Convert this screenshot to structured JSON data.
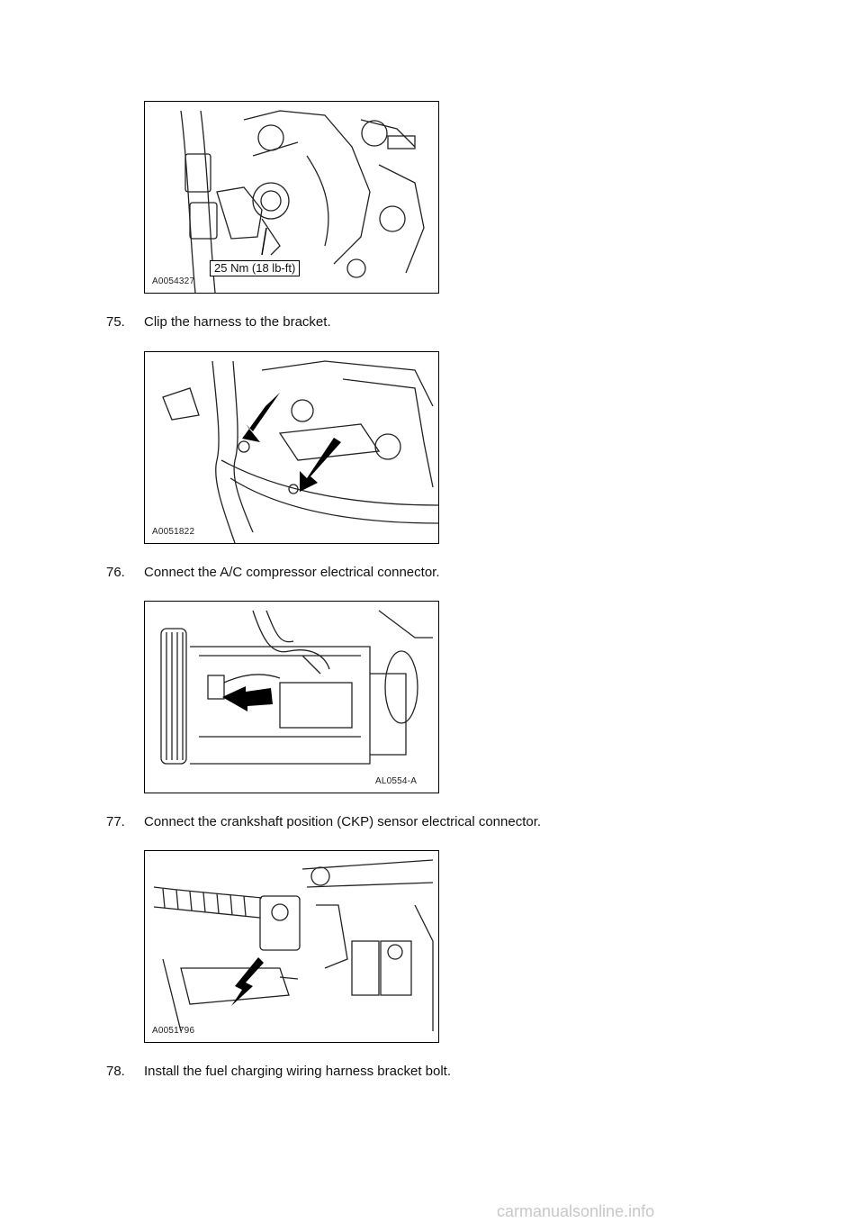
{
  "figures": [
    {
      "id": "A0054327",
      "torque": "25 Nm (18 lb-ft)"
    },
    {
      "id": "A0051822"
    },
    {
      "id": "AL0554-A"
    },
    {
      "id": "A0051796"
    }
  ],
  "steps": [
    {
      "number": "75.",
      "text": "Clip the harness to the bracket."
    },
    {
      "number": "76.",
      "text": "Connect the A/C compressor electrical connector."
    },
    {
      "number": "77.",
      "text": "Connect the crankshaft position (CKP) sensor electrical connector."
    },
    {
      "number": "78.",
      "text": "Install the fuel charging wiring harness bracket bolt."
    }
  ],
  "watermark": "carmanualsonline.info"
}
